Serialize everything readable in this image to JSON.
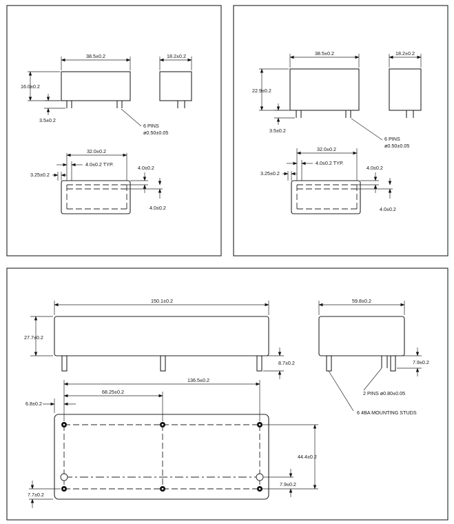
{
  "panel_a": {
    "body_length": "38.5±0.2",
    "body_width": "18.2±0.2",
    "body_height": "16.0±0.2",
    "pin_length": "3.5±0.2",
    "pins_count": "6 PINS",
    "pins_dia": "ø0.50±0.05",
    "pin_spacing": "32.0±0.2",
    "pin_offset_typ": "4.0±0.2 TYP.",
    "pin_edge": "3.25±0.2",
    "row_spacing_top": "4.0±0.2",
    "row_spacing_bottom": "4.0±0.2"
  },
  "panel_b": {
    "body_length": "38.5±0.2",
    "body_width": "18.2±0.2",
    "body_height": "22.9±0.2",
    "pin_length": "3.5±0.2",
    "pins_count": "6 PINS",
    "pins_dia": "ø0.50±0.05",
    "pin_spacing": "32.0±0.2",
    "pin_offset_typ": "4.0±0.2 TYP.",
    "pin_edge": "3.25±0.2",
    "row_spacing_top": "4.0±0.2",
    "row_spacing_bottom": "4.0±0.2"
  },
  "panel_c": {
    "body_length": "150.1±0.2",
    "body_width": "59.8±0.2",
    "body_height": "27.7±0.2",
    "stud_length": "8.7±0.2",
    "pin_length": "7.9±0.2",
    "pins_note": "2 PINS ø0.80±0.05",
    "studs_note": "6 4BA MOUNTING STUDS",
    "stud_spacing_total": "136.5±0.2",
    "stud_spacing_half": "68.25±0.2",
    "stud_edge_x": "6.8±0.2",
    "stud_row_spacing": "44.4±0.2",
    "pin_row_offset": "7.9±0.2",
    "stud_edge_y": "7.7±0.2"
  }
}
